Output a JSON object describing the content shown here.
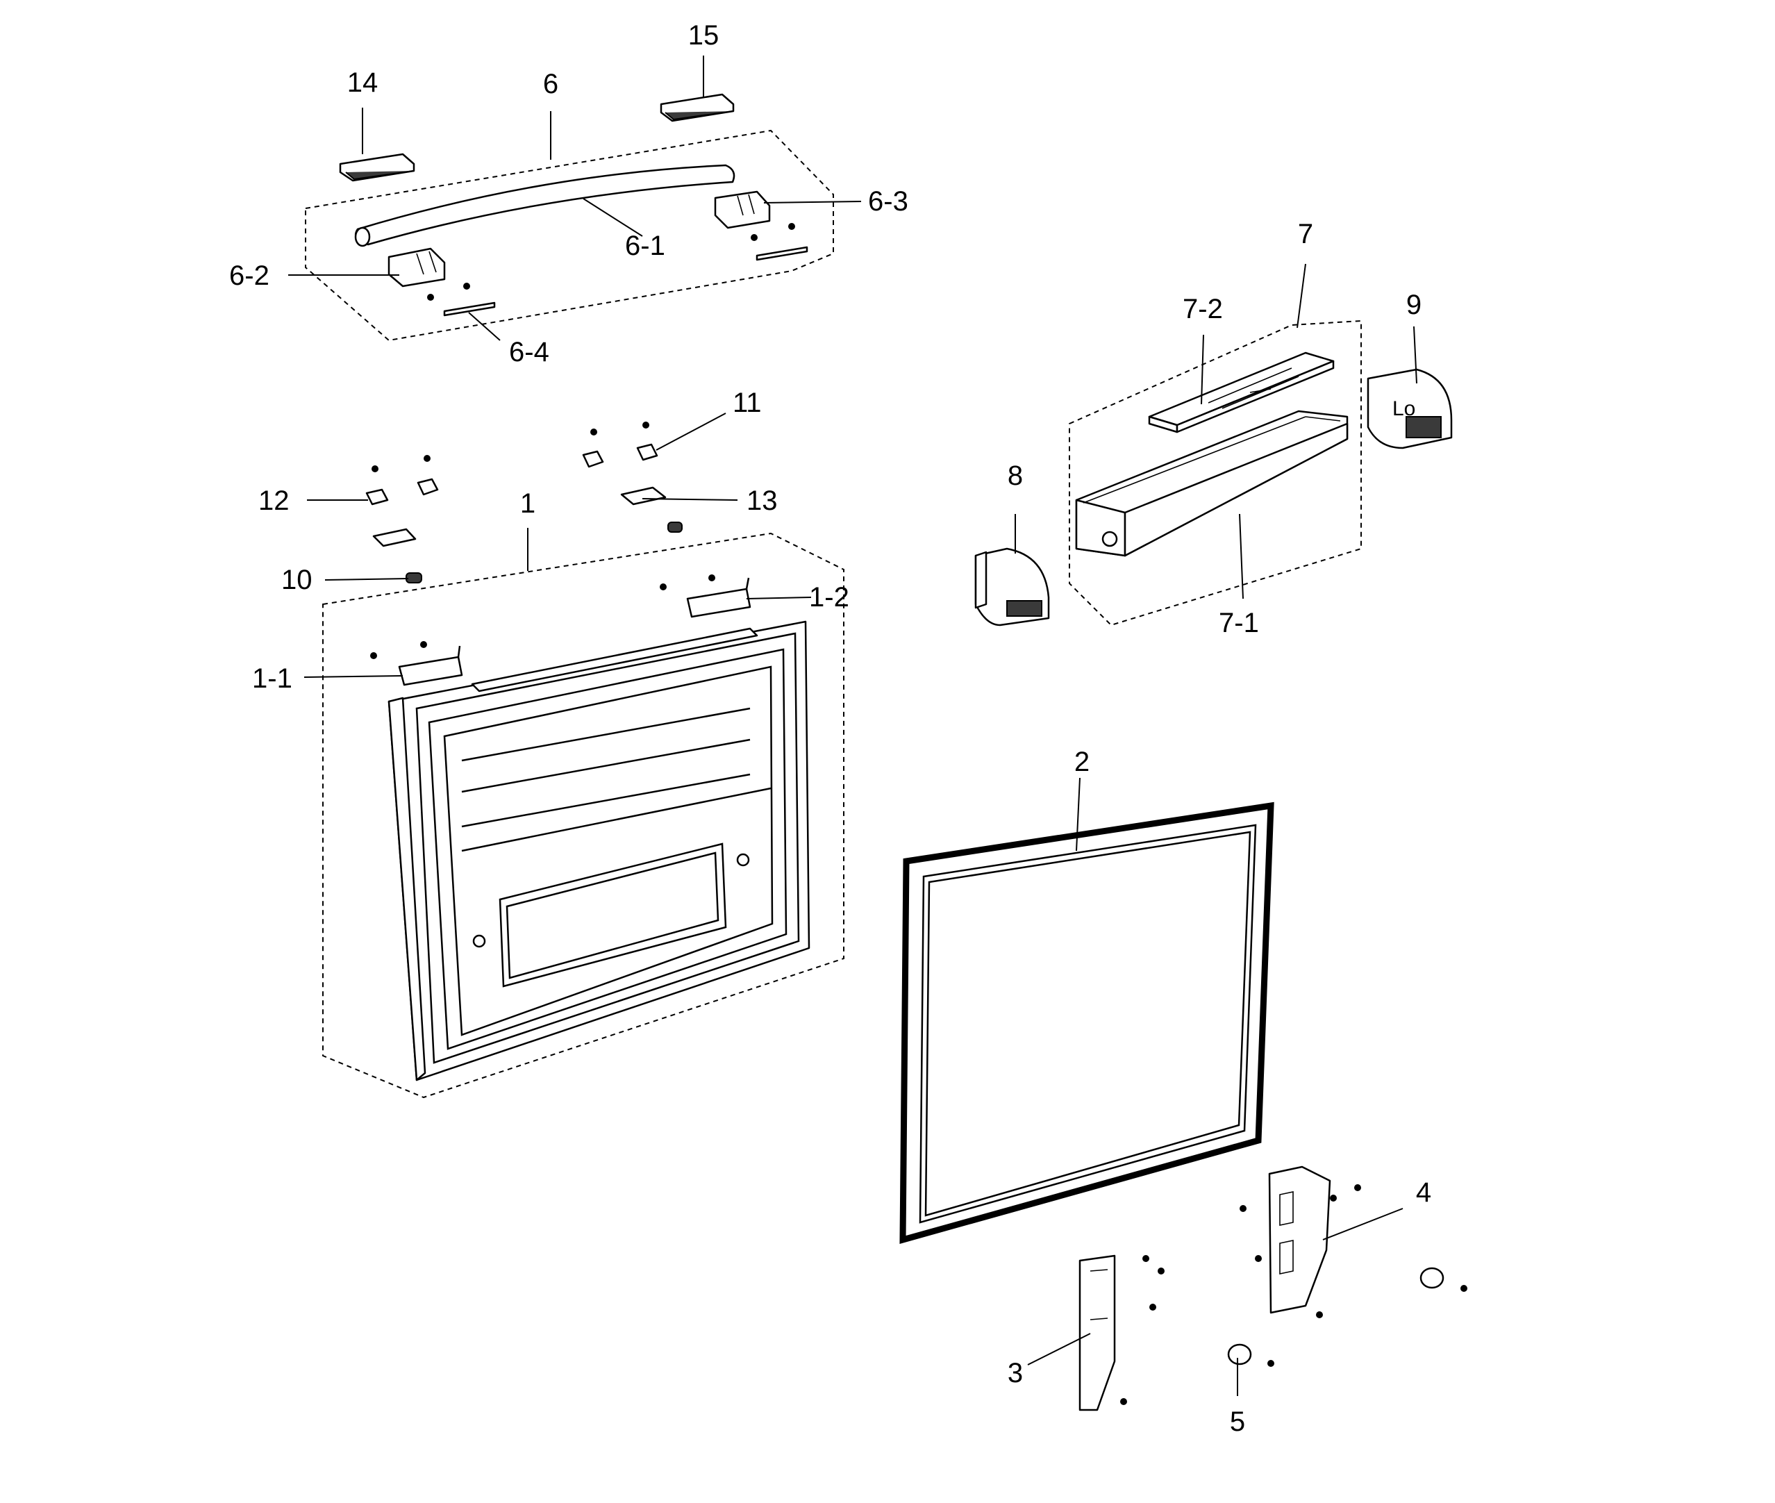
{
  "labels": {
    "l14": "14",
    "l6": "6",
    "l15": "15",
    "l6_3": "6-3",
    "l6_1": "6-1",
    "l6_2": "6-2",
    "l6_4": "6-4",
    "l7": "7",
    "l7_2": "7-2",
    "l9": "9",
    "l9_mark": "Lo",
    "l8": "8",
    "l7_1": "7-1",
    "l11": "11",
    "l12": "12",
    "l13": "13",
    "l1": "1",
    "l10": "10",
    "l1_2": "1-2",
    "l1_1": "1-1",
    "l2": "2",
    "l4": "4",
    "l3": "3",
    "l5": "5"
  },
  "colors": {
    "ink": "#000000",
    "paper": "#ffffff",
    "fill_dark": "#3a3a3a"
  }
}
